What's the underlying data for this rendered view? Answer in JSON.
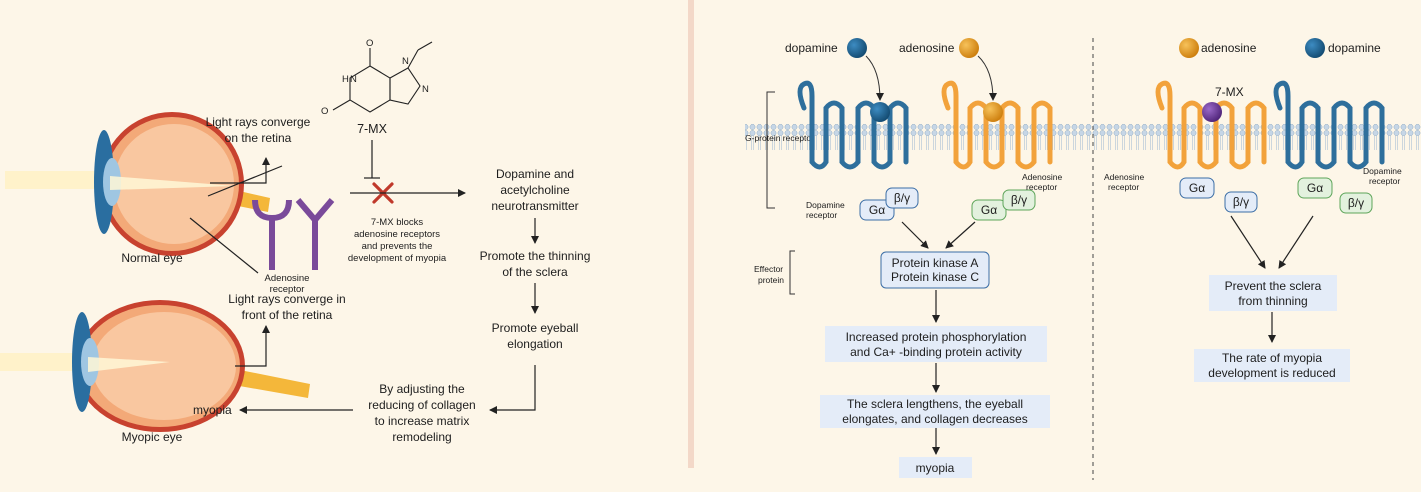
{
  "colors": {
    "background": "#fdf6e8",
    "divider": "#f3d8c8",
    "dopamine_receptor": "#2e6f9c",
    "adenosine_receptor": "#f2a23b",
    "dopamine_ligand": "#1f5f8c",
    "adenosine_ligand": "#e79a23",
    "mx_ligand": "#6a3d9a",
    "inhibit_x": "#c0392b",
    "box_fill": "#e4ecf8"
  },
  "left": {
    "light_converge_retina": [
      "Light rays converge",
      "on the retina"
    ],
    "normal_eye": "Normal eye",
    "adenosine_receptor": [
      "Adenosine",
      "receptor"
    ],
    "light_converge_front": [
      "Light rays converge in",
      "front of the retina"
    ],
    "myopic_eye": "Myopic eye",
    "myopia": "myopia",
    "compound": "7-MX",
    "molecule_atoms": {
      "o": "O",
      "n": "N",
      "nh": "H"
    },
    "blocks_note": [
      "7-MX blocks",
      "adenosine receptors",
      "and prevents the",
      "development of myopia"
    ],
    "flow": {
      "step1": [
        "Dopamine and",
        "acetylcholine",
        "neurotransmitter"
      ],
      "step2": [
        "Promote the thinning",
        "of the sclera"
      ],
      "step3": [
        "Promote eyeball",
        "elongation"
      ],
      "step4": [
        "By adjusting the",
        "reducing of collagen",
        "to increase matrix",
        "remodeling"
      ]
    }
  },
  "middle": {
    "dopamine": "dopamine",
    "adenosine": "adenosine",
    "g_protein_receptor": "G-protein receptor",
    "dopamine_receptor": [
      "Dopamine",
      "receptor"
    ],
    "adenosine_receptor": [
      "Adenosine",
      "receptor"
    ],
    "g_alpha": "Gα",
    "beta_gamma": "β/γ",
    "effector_protein": [
      "Effector",
      "protein"
    ],
    "kinases": [
      "Protein kinase A",
      "Protein kinase C"
    ],
    "phosphorylation": [
      "Increased protein phosphorylation",
      "and Ca+ -binding protein activity"
    ],
    "sclera": [
      "The sclera lengthens, the eyeball",
      "elongates, and collagen decreases"
    ],
    "myopia": "myopia"
  },
  "right": {
    "adenosine": "adenosine",
    "dopamine": "dopamine",
    "compound": "7-MX",
    "adenosine_receptor": [
      "Adenosine",
      "receptor"
    ],
    "dopamine_receptor": [
      "Dopamine",
      "receptor"
    ],
    "g_alpha": "Gα",
    "beta_gamma": "β/γ",
    "prevent": [
      "Prevent the sclera",
      "from thinning"
    ],
    "rate": [
      "The rate of myopia",
      "development is reduced"
    ]
  }
}
